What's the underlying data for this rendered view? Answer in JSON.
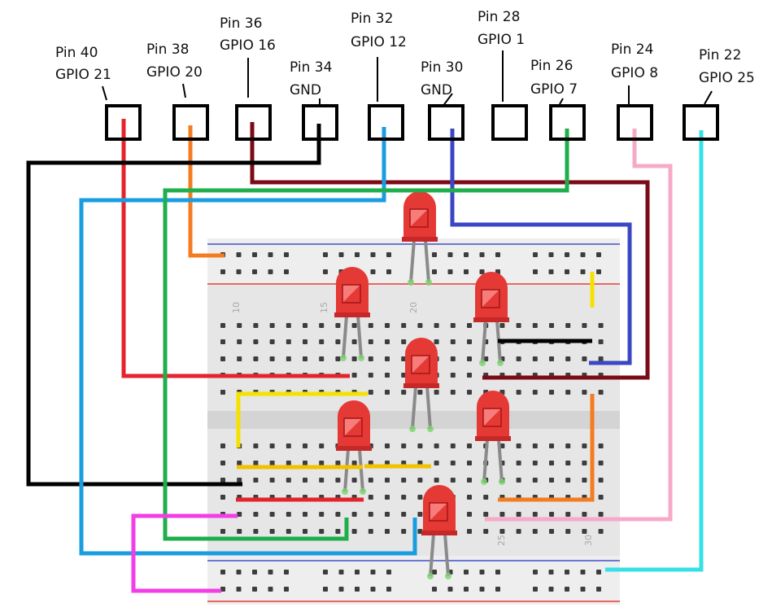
{
  "pins": [
    {
      "id": "pin-40",
      "line1": "Pin 40",
      "line2": "GPIO 21",
      "wire_color": "#e3242b"
    },
    {
      "id": "pin-38",
      "line1": "Pin 38",
      "line2": "GPIO 20",
      "wire_color": "#f47c20"
    },
    {
      "id": "pin-36",
      "line1": "Pin 36",
      "line2": "GPIO 16",
      "wire_color": "#7b0a17"
    },
    {
      "id": "pin-34",
      "line1": "Pin 34",
      "line2": "GND",
      "wire_color": "#000000"
    },
    {
      "id": "pin-32",
      "line1": "Pin 32",
      "line2": "GPIO 12",
      "wire_color": "#1a9de0"
    },
    {
      "id": "pin-30",
      "line1": "Pin 30",
      "line2": "GND",
      "wire_color": "#3a46c4"
    },
    {
      "id": "pin-28",
      "line1": "Pin 28",
      "line2": "GPIO 1",
      "wire_color": ""
    },
    {
      "id": "pin-26",
      "line1": "Pin 26",
      "line2": "GPIO 7",
      "wire_color": "#1fae4c"
    },
    {
      "id": "pin-24",
      "line1": "Pin 24",
      "line2": "GPIO 8",
      "wire_color": "#f7a9c8"
    },
    {
      "id": "pin-22",
      "line1": "Pin 22",
      "line2": "GPIO 25",
      "wire_color": "#37e0e6"
    }
  ],
  "breadboard": {
    "column_labels": [
      "10",
      "15",
      "20",
      "25",
      "30"
    ],
    "led_color": "#e53935",
    "led_count": 7
  },
  "wire_colors": {
    "yellow": "#f5e100",
    "amber": "#f2c200",
    "magenta": "#f23ee6"
  }
}
